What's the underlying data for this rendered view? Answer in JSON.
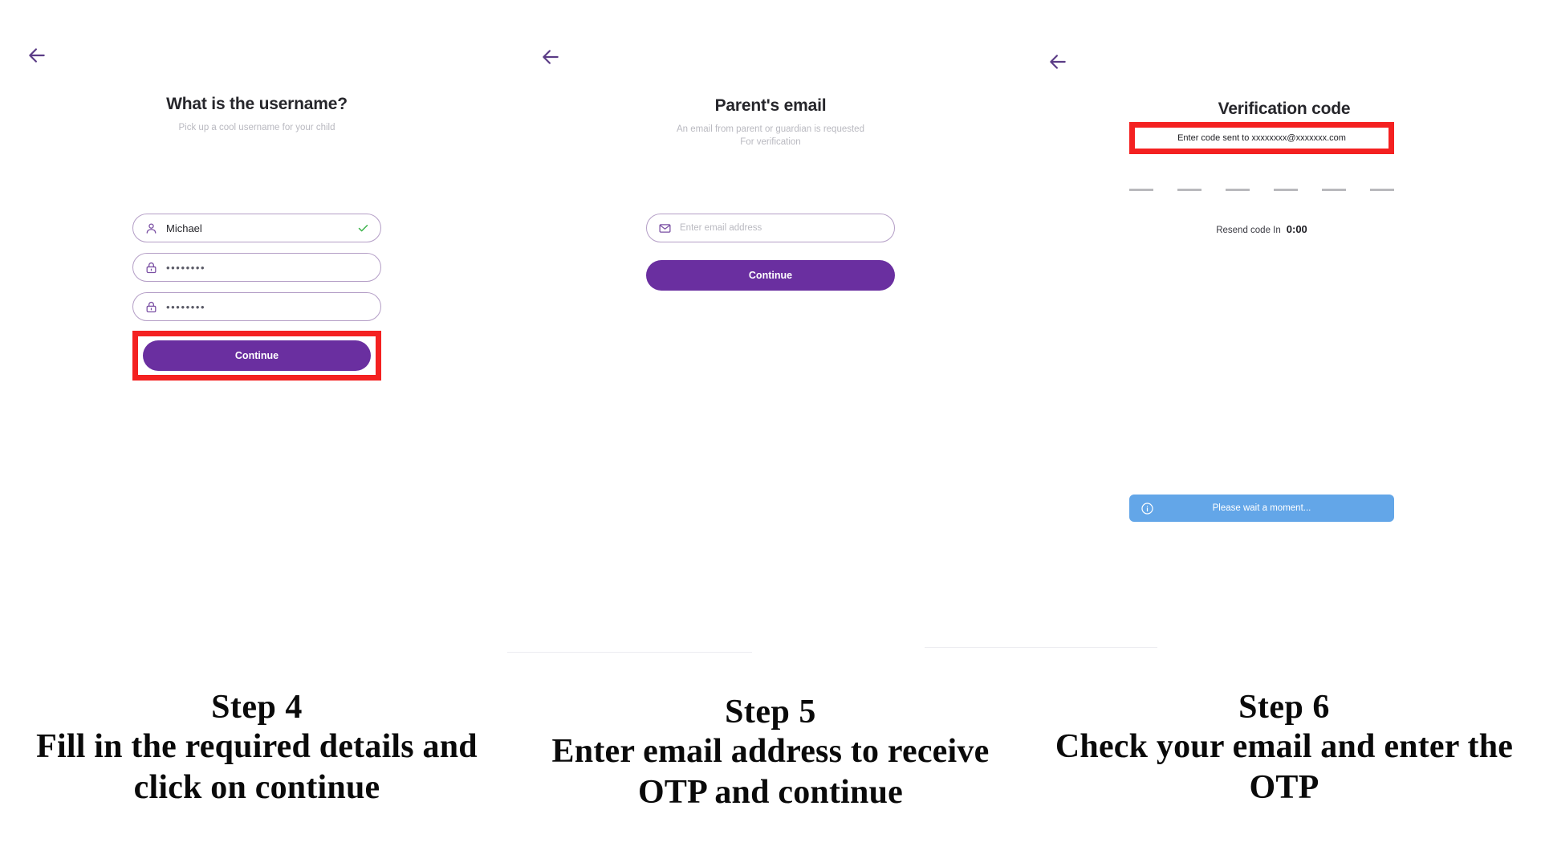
{
  "colors": {
    "primary_purple": "#6a2fa0",
    "field_border": "#b49ec6",
    "highlight_red": "#f42121",
    "toast_blue": "#63a6e8",
    "check_green": "#3bb34a",
    "muted_text": "#b9b9c0"
  },
  "panels": [
    {
      "id": "username",
      "back_icon": "arrow-left-icon",
      "title": "What is the username?",
      "subtitle": "Pick up a cool username for your child",
      "fields": [
        {
          "icon": "user-icon",
          "value": "Michael",
          "placeholder": "Username",
          "type": "text",
          "valid": true
        },
        {
          "icon": "lock-icon",
          "value": "••••••••",
          "placeholder": "Password",
          "type": "password",
          "valid": false
        },
        {
          "icon": "lock-icon",
          "value": "••••••••",
          "placeholder": "Confirm password",
          "type": "password",
          "valid": false
        }
      ],
      "button_label": "Continue",
      "button_highlighted": true
    },
    {
      "id": "parent-email",
      "back_icon": "arrow-left-icon",
      "title": "Parent's email",
      "subtitle": "An email from parent or guardian is requested\nFor verification",
      "fields": [
        {
          "icon": "mail-icon",
          "value": "",
          "placeholder": "Enter email address",
          "type": "email",
          "valid": false
        }
      ],
      "button_label": "Continue",
      "button_highlighted": false
    },
    {
      "id": "verification",
      "back_icon": "arrow-left-icon",
      "title": "Verification code",
      "subtitle": "Enter code sent to xxxxxxxx@xxxxxxx.com",
      "subtitle_highlighted": true,
      "otp_slots": 6,
      "otp_values": [
        "",
        "",
        "",
        "",
        "",
        ""
      ],
      "resend_label": "Resend code  In",
      "resend_timer": "0:00",
      "toast": {
        "icon": "info-icon",
        "message": "Please wait a moment..."
      }
    }
  ],
  "captions": [
    {
      "step": "Step 4",
      "text": "Fill in the required details and click on continue"
    },
    {
      "step": "Step 5",
      "text": "Enter email address to receive OTP and continue"
    },
    {
      "step": "Step 6",
      "text": "Check your email and enter the OTP"
    }
  ]
}
